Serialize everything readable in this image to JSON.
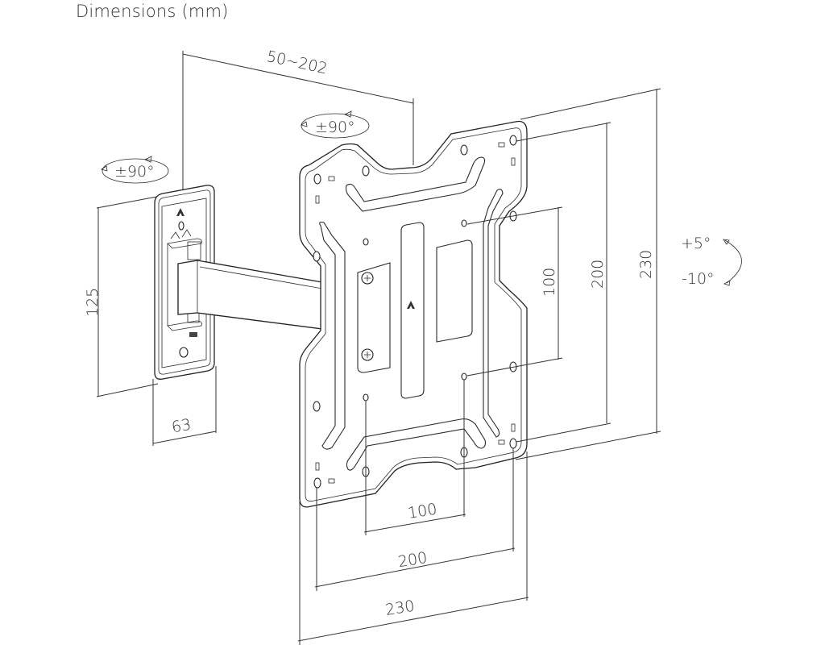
{
  "title": "Dimensions (mm)",
  "rotation_labels": {
    "wall_plate_swivel": "±90°",
    "tv_plate_rotation": "±90°",
    "tilt_up": "+5°",
    "tilt_down": "-10°"
  },
  "dimensions": {
    "arm_extension": "50~202",
    "wall_plate_height": "125",
    "wall_plate_width": "63",
    "vesa_vertical_small": "100",
    "vesa_vertical_large": "200",
    "plate_height": "230",
    "vesa_horizontal_small": "100",
    "vesa_horizontal_large": "200",
    "plate_width": "230"
  },
  "colors": {
    "line": "#2b2b2b",
    "text": "#333333",
    "background": "#ffffff"
  }
}
